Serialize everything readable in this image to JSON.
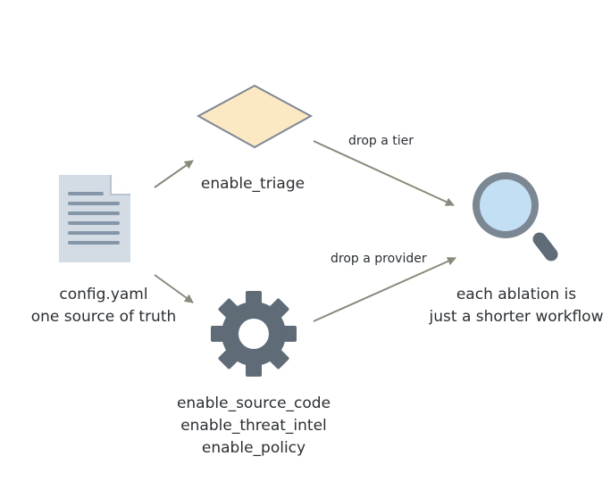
{
  "diagram": {
    "nodes": {
      "config": {
        "icon": "document-icon",
        "line1": "config.yaml",
        "line2": "one source of truth"
      },
      "triage": {
        "icon": "diamond-shape",
        "line1": "enable_triage"
      },
      "settings": {
        "icon": "gear-icon",
        "line1": "enable_source_code",
        "line2": "enable_threat_intel",
        "line3": "enable_policy"
      },
      "ablation": {
        "icon": "magnifier-icon",
        "line1": "each ablation is",
        "line2": "just a shorter workflow"
      }
    },
    "edges": {
      "triage_to_ablation": "drop a tier",
      "settings_to_ablation": "drop a provider"
    },
    "colors": {
      "arrow": "#8a8a7c",
      "doc_fill": "#d3dbe4",
      "doc_lines": "#8496a8",
      "diamond_fill": "#fde8c4",
      "diamond_stroke": "#7d8794",
      "gear": "#5f6b77",
      "lens": "#c3dff4",
      "lens_ring": "#7c8794"
    }
  }
}
